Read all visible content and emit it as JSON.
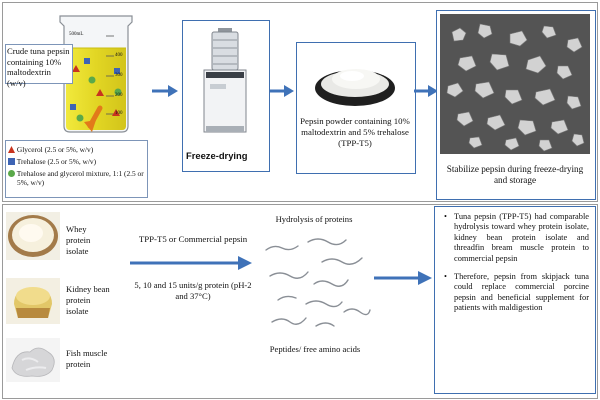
{
  "top": {
    "beaker_label": "Crude tuna pepsin containing 10% maltodextrin (w/v)",
    "legend": [
      {
        "icon": "triangle",
        "color": "#c8341f",
        "text": "Glycerol (2.5 or 5%, w/v)"
      },
      {
        "icon": "square",
        "color": "#3e64b4",
        "text": "Trehalose (2.5 or 5%, w/v)"
      },
      {
        "icon": "circle",
        "color": "#5aa94a",
        "text": "Trehalose and glycerol mixture, 1:1 (2.5 or 5%, w/v)"
      }
    ],
    "freeze_drying_label": "Freeze-drying",
    "pepsin_powder_label": "Pepsin powder containing 10% maltodextrin and 5% trehalose (TPP-T5)",
    "stabilize_label": "Stabilize pepsin during freeze-drying and storage",
    "beaker_marks": [
      "500mL",
      "400",
      "300",
      "200",
      "100"
    ]
  },
  "bottom": {
    "proteins": [
      {
        "label": "Whey protein isolate"
      },
      {
        "label": "Kidney bean protein isolate"
      },
      {
        "label": "Fish muscle protein"
      }
    ],
    "enzyme_label": "TPP-T5 or Commercial pepsin",
    "dose_label": "5, 10 and 15 units/g protein (pH-2 and 37°C)",
    "hydrolysis_title": "Hydrolysis of proteins",
    "peptides_label": "Peptides/ free amino acids",
    "conclusions": [
      "Tuna pepsin (TPP-T5) had comparable hydrolysis toward whey protein isolate, kidney bean protein isolate and threadfin bream muscle protein to commercial pepsin",
      "Therefore, pepsin from skipjack tuna could replace commercial porcine pepsin and beneficial supplement for patients with maldigestion"
    ],
    "bullet_symbol": "•"
  },
  "colors": {
    "arrow": "#3f72b8",
    "box_border": "#3f6fb0",
    "liquid": "#e7dc2e",
    "panel_border": "#9a9a9a"
  }
}
